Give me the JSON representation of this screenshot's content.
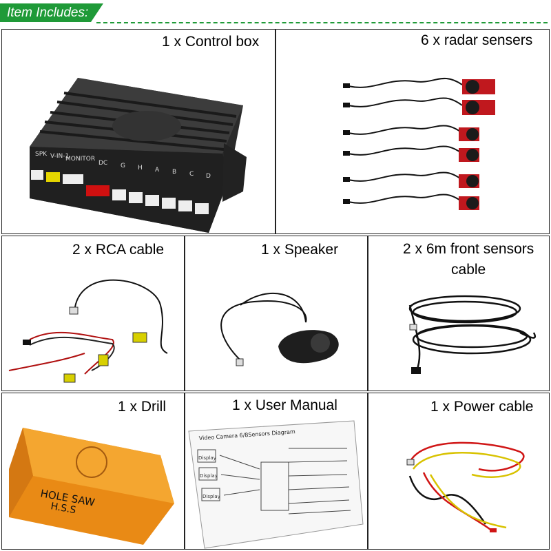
{
  "header": {
    "title": "Item Includes:"
  },
  "items": [
    {
      "label": "1 x Control box"
    },
    {
      "label": "6 x radar sensers"
    },
    {
      "label": "2 x RCA cable"
    },
    {
      "label": "1 x Speaker"
    },
    {
      "label_line1": "2 x 6m front sensors",
      "label_line2": "cable"
    },
    {
      "label": "1 x Drill"
    },
    {
      "label": "1 x User Manual"
    },
    {
      "label": "1 x Power cable"
    }
  ],
  "control_box": {
    "port_labels": [
      "SPK",
      "V-IN-1",
      "MONITOR",
      "DC",
      "G",
      "H",
      "A",
      "B",
      "C",
      "D"
    ]
  },
  "drill_box": {
    "line1": "HOLE  SAW",
    "line2": "H.S.S"
  },
  "manual": {
    "title": "Video  Camera 6/8Sensors Diagram",
    "display1": "Display",
    "display2": "Display",
    "display3": "Display"
  }
}
